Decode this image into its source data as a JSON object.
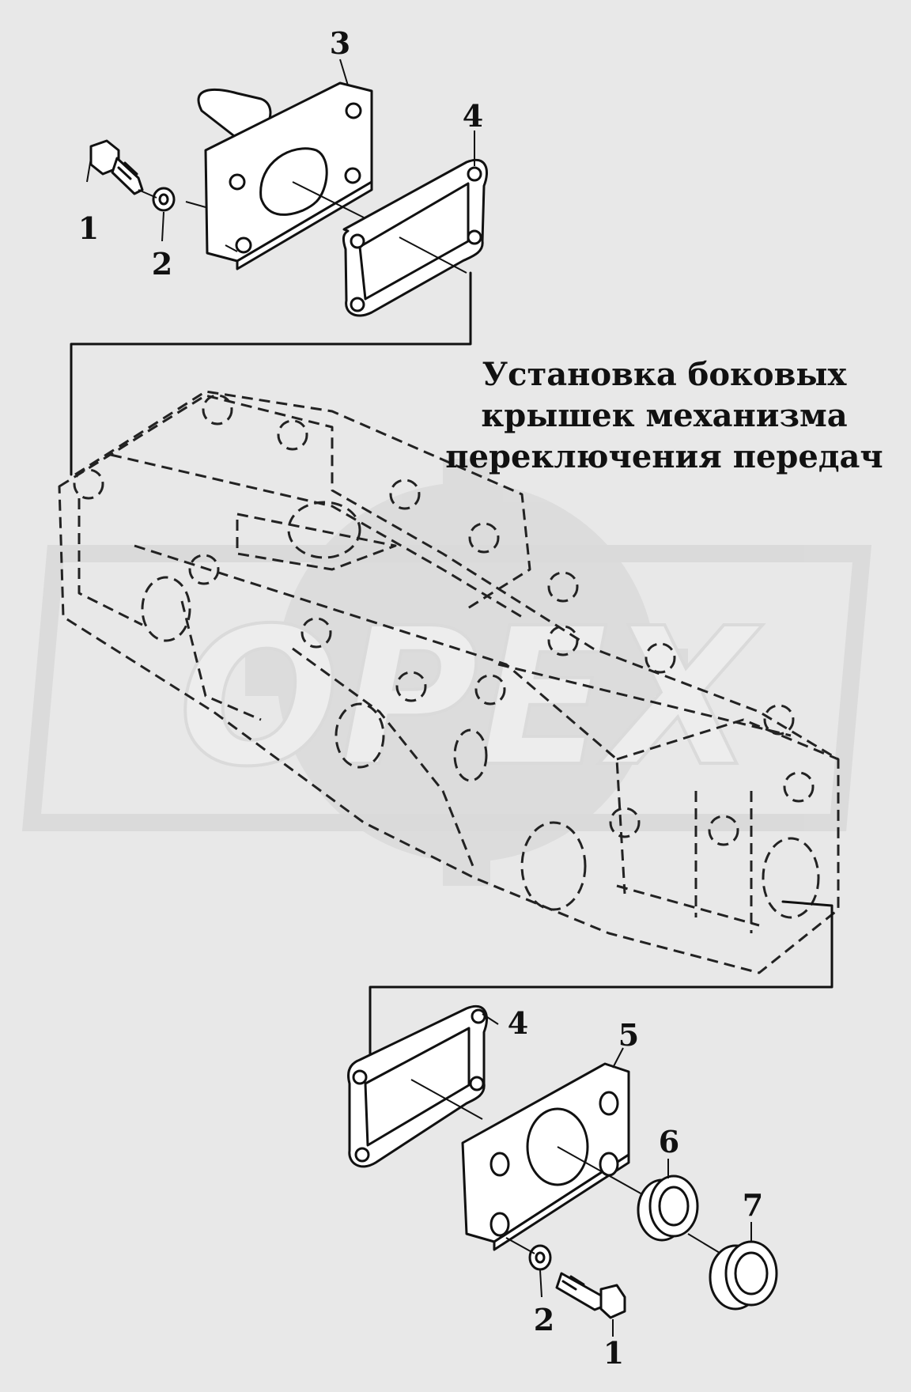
{
  "title_lines": [
    "Установка боковых",
    "крышек механизма",
    "переключения передач"
  ],
  "watermark": "OPEX",
  "callouts": {
    "top": {
      "c1": "1",
      "c2": "2",
      "c3": "3",
      "c4": "4"
    },
    "bottom": {
      "c1": "1",
      "c2": "2",
      "c4": "4",
      "c5": "5",
      "c6": "6",
      "c7": "7"
    }
  }
}
